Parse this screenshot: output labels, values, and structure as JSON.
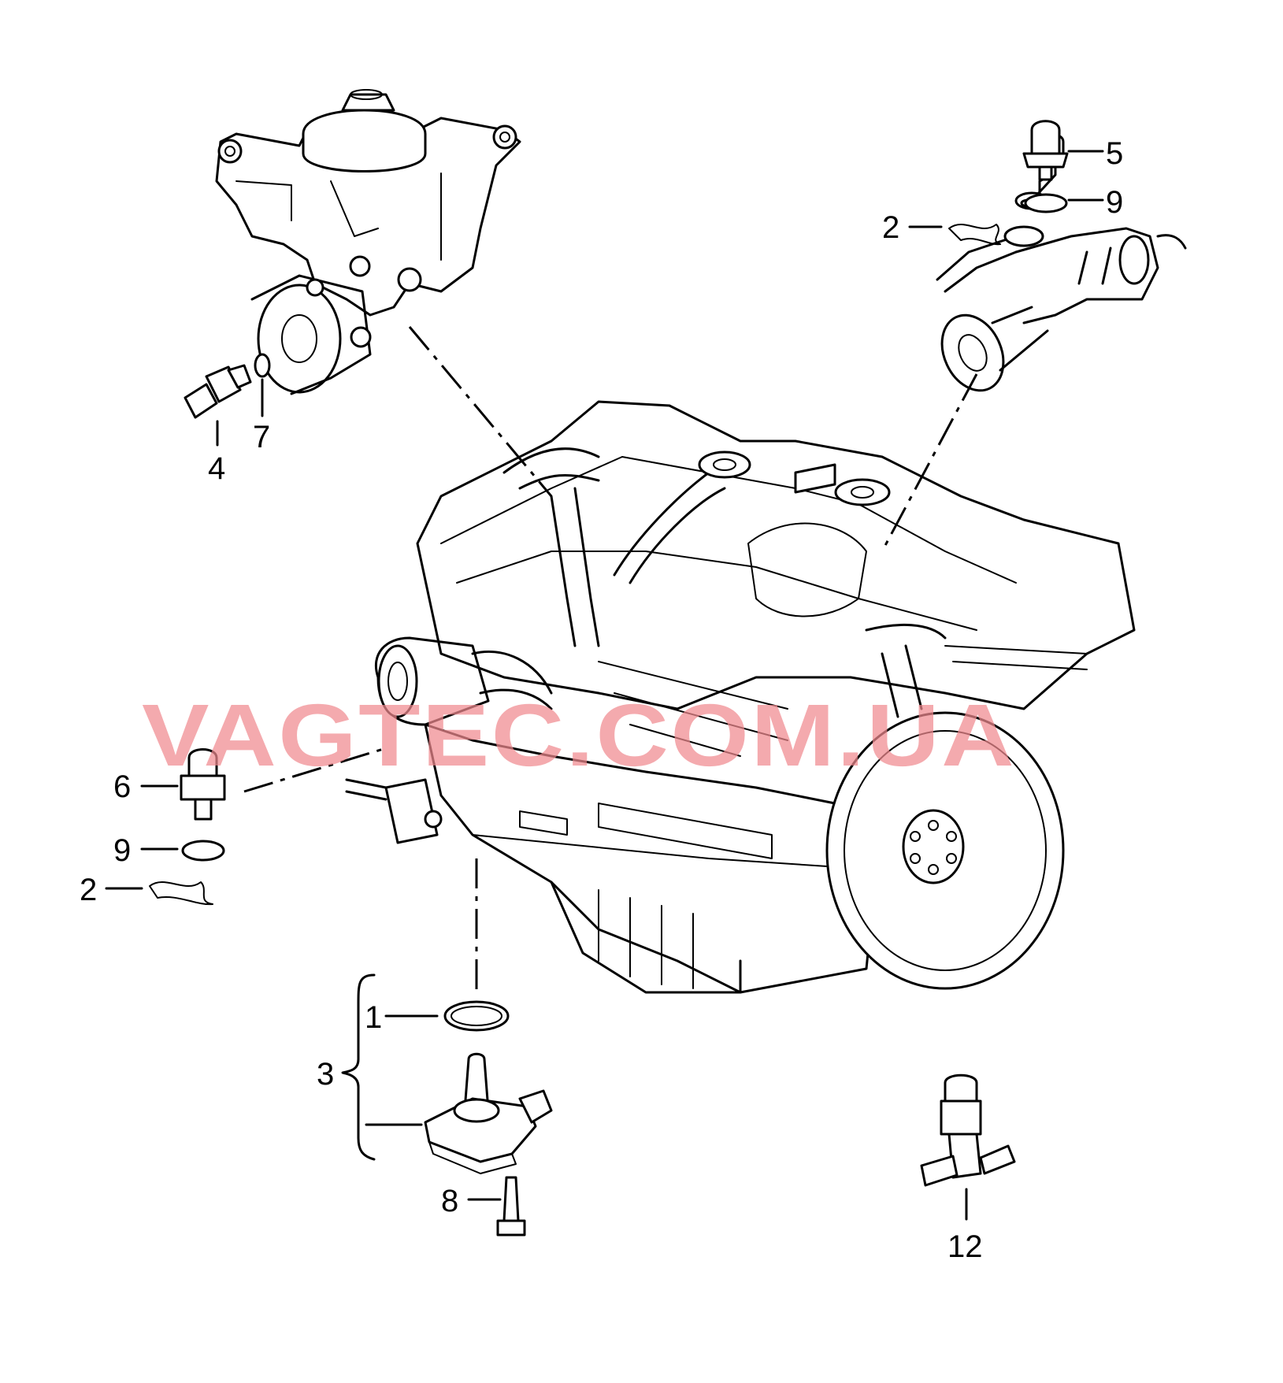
{
  "callouts": [
    {
      "id": "c1",
      "text": "1"
    },
    {
      "id": "c2a",
      "text": "2"
    },
    {
      "id": "c2b",
      "text": "2"
    },
    {
      "id": "c3",
      "text": "3"
    },
    {
      "id": "c4",
      "text": "4"
    },
    {
      "id": "c5",
      "text": "5"
    },
    {
      "id": "c6",
      "text": "6"
    },
    {
      "id": "c7",
      "text": "7"
    },
    {
      "id": "c8",
      "text": "8"
    },
    {
      "id": "c9a",
      "text": "9"
    },
    {
      "id": "c9b",
      "text": "9"
    },
    {
      "id": "c12",
      "text": "12"
    }
  ],
  "watermark": "VAGTEC.COM.UA"
}
